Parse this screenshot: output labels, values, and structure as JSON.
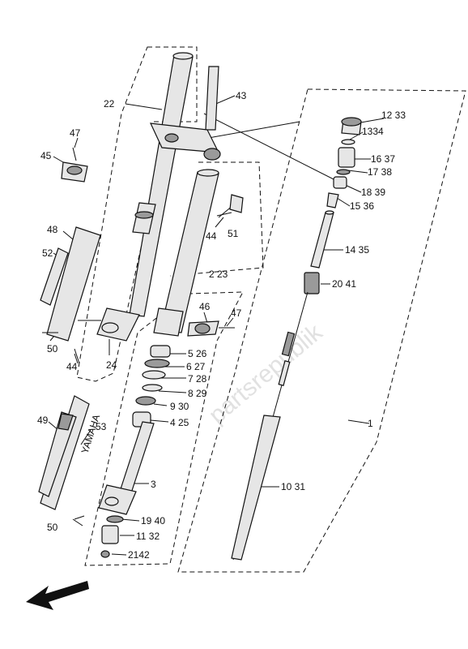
{
  "watermark": "partsrepublik",
  "labels": {
    "l22": "22",
    "l43": "43",
    "l1233": "12 33",
    "l1334": "1334",
    "l47a": "47",
    "l45": "45",
    "l1637": "16 37",
    "l1738": "17 38",
    "l1839": "18 39",
    "l1536": "15 36",
    "l44a": "44",
    "l51": "51",
    "l1435": "14 35",
    "l48": "48",
    "l52": "52",
    "l223": "2 23",
    "l2041": "20 41",
    "l46": "46",
    "l47b": "47",
    "l50a": "50",
    "l44b": "44",
    "l24": "24",
    "l526": "5 26",
    "l627": "6 27",
    "l728": "7 28",
    "l829": "8 29",
    "l930": "9 30",
    "l425": "4 25",
    "l1": "1",
    "l49": "49",
    "l53": "53",
    "l3": "3",
    "l1031": "10 31",
    "l1940": "19 40",
    "l1132": "11 32",
    "l2142": "2142",
    "l50b": "50"
  },
  "guard_logo_text": "YAMAHA",
  "direction_arrow": "arrow-front-left-icon"
}
